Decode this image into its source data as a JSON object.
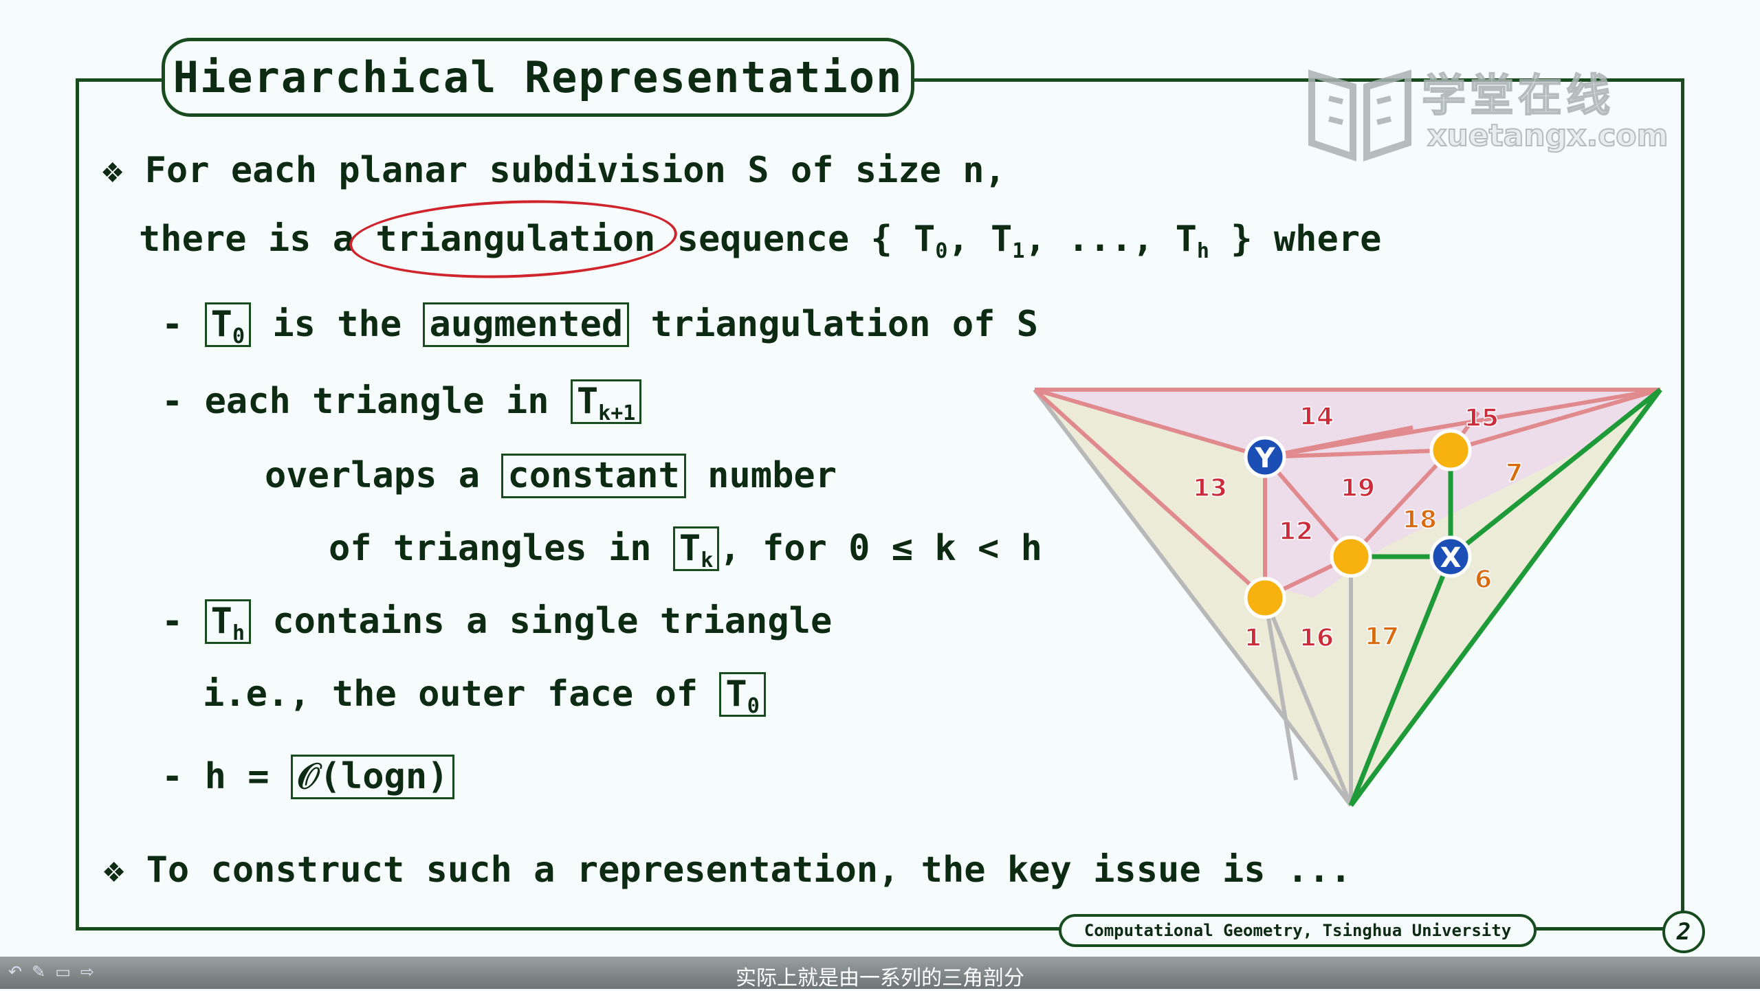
{
  "slide": {
    "title": "Hierarchical Representation",
    "bullet1_line1": "For each planar subdivision S of size n,",
    "bullet1_line2_a": "there is a ",
    "triangulation": "triangulation",
    "bullet1_line2_b": " sequence { T",
    "sub0": "0",
    "sep1": ", T",
    "sub1": "1",
    "sep2": ", ..., T",
    "subh": "h",
    "bullet1_line2_c": " } where",
    "item1_a": "-",
    "item1_T": "T",
    "item1_is": "is the",
    "augmented": "augmented",
    "item1_rest": "triangulation of S",
    "item2_a": "- each triangle in",
    "item2_T": "T",
    "item2_sub": "k+1",
    "item2b_a": "overlaps a",
    "constant": "constant",
    "item2b_b": "number",
    "item2c_a": "of triangles in",
    "item2c_T": "T",
    "item2c_sub": "k",
    "item2c_b": ", for 0 ≤ k < h",
    "item3_a": "-",
    "item3_T": "T",
    "item3_b": "contains a single triangle",
    "item3b_a": "i.e., the outer face of",
    "item3b_T": "T",
    "item4_a": "- h =",
    "item4_box": "𝒪(logn)",
    "bullet2": "To construct such a representation, the key issue is ...",
    "bullet_glyph": "❖",
    "footer": "Computational Geometry, Tsinghua University",
    "page_number": "2"
  },
  "diagram": {
    "labels": {
      "l14": "14",
      "l15": "15",
      "l7": "7",
      "l13": "13",
      "l19": "19",
      "l12": "12",
      "l18": "18",
      "l6": "6",
      "l1": "1",
      "l16": "16",
      "l17": "17"
    },
    "vertex_Y": "Y",
    "vertex_X": "X",
    "colors": {
      "pink_region": "#eddcea",
      "beige_region": "#ecebd8",
      "pink_edge": "#e08a8d",
      "grey_edge": "#b8b8b8",
      "green_edge": "#1f9a38",
      "yellow_node": "#f7b20f",
      "blue_node": "#1b4fb5",
      "label_red": "#cc2b3a",
      "label_orange": "#d86a10"
    }
  },
  "watermark": {
    "cn": "学堂在线",
    "en": "xuetangx.com"
  },
  "player": {
    "subtitle": "实际上就是由一系列的三角剖分"
  }
}
